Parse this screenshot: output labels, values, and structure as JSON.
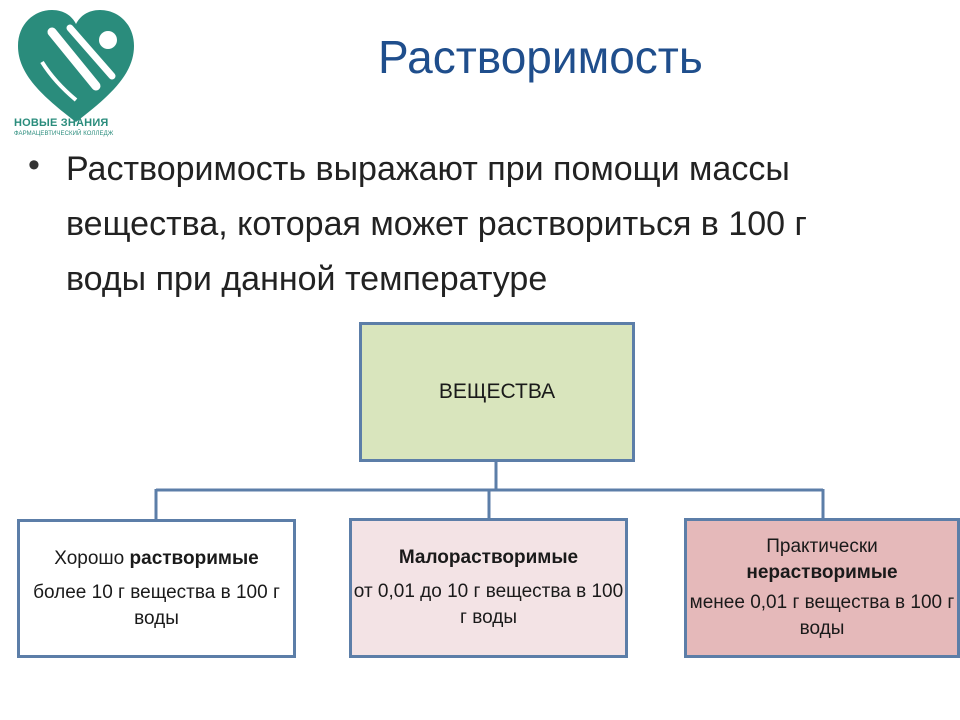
{
  "logo": {
    "name": "НОВЫЕ ЗНАНИЯ",
    "subtitle": "ФАРМАЦЕВТИЧЕСКИЙ КОЛЛЕДЖ"
  },
  "title": "Растворимость",
  "bullet_text": "Растворимость выражают при помощи массы вещества, которая может раствориться в 100 г воды при данной температуре",
  "diagram": {
    "root": "ВЕЩЕСТВА",
    "left": {
      "prefix": "Хорошо ",
      "bold": "растворимые",
      "desc": "более 10 г вещества в 100 г воды"
    },
    "middle": {
      "bold": "Малорастворимые",
      "desc": "от 0,01 до 10 г вещества в 100 г воды"
    },
    "right": {
      "prefix": "Практически",
      "bold": "нерастворимые",
      "desc": "менее 0,01 г вещества в 100 г воды"
    }
  },
  "colors": {
    "title": "#1f4e8c",
    "logo": "#2a8c7c",
    "root_box": "#d9e5bd",
    "middle_box": "#f3e3e5",
    "right_box": "#e5b9ba",
    "border": "#5c7ea8"
  }
}
